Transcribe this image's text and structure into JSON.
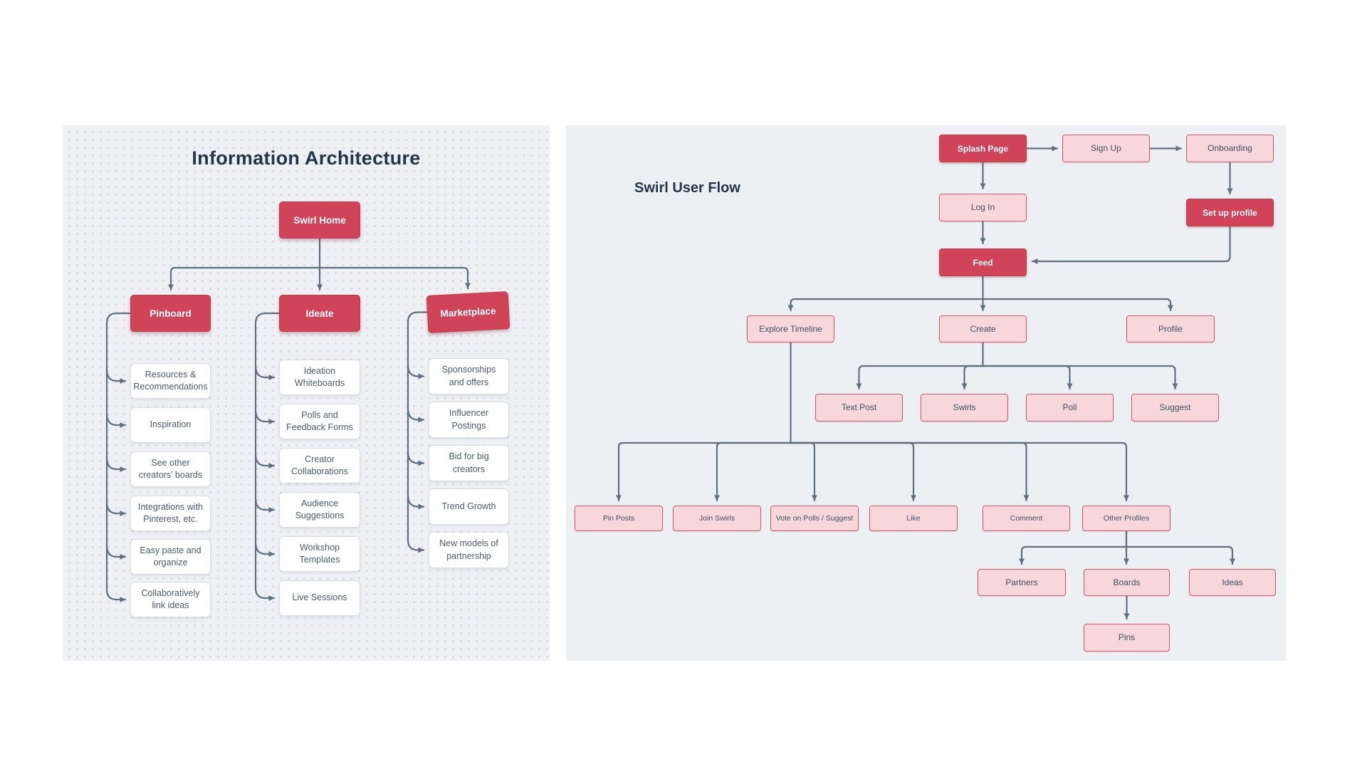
{
  "colors": {
    "solid_node_fill": "#d04358",
    "solid_node_text": "#ffffff",
    "outline_node_fill": "#f8d7dc",
    "outline_node_border": "#d05a6c",
    "connector": "#5e6f80",
    "title_text": "#223649",
    "ia_panel_bg": "#eef0f3",
    "flow_panel_bg": "#edf0f3"
  },
  "ia": {
    "title": "Information Architecture",
    "root": "Swirl Home",
    "branches": [
      {
        "label": "Pinboard",
        "children": [
          "Resources & Recommendations",
          "Inspiration",
          "See other creators’ boards",
          "Integrations with Pinterest, etc.",
          "Easy paste and organize",
          "Collaboratively link ideas"
        ]
      },
      {
        "label": "Ideate",
        "children": [
          "Ideation Whiteboards",
          "Polls and Feedback Forms",
          "Creator Collaborations",
          "Audience Suggestions",
          "Workshop Templates",
          "Live Sessions"
        ]
      },
      {
        "label": "Marketplace",
        "children": [
          "Sponsorships and offers",
          "Influencer Postings",
          "Bid for big creators",
          "Trend Growth",
          "New models of partnership"
        ]
      }
    ]
  },
  "flow": {
    "title": "Swirl User Flow",
    "nodes": [
      {
        "id": "splash-page",
        "label": "Splash Page",
        "variant": "solid"
      },
      {
        "id": "sign-up",
        "label": "Sign Up",
        "variant": "outline"
      },
      {
        "id": "onboarding",
        "label": "Onboarding",
        "variant": "outline"
      },
      {
        "id": "log-in",
        "label": "Log In",
        "variant": "outline"
      },
      {
        "id": "set-up-profile",
        "label": "Set up profile",
        "variant": "solid"
      },
      {
        "id": "feed",
        "label": "Feed",
        "variant": "solid"
      },
      {
        "id": "explore-timeline",
        "label": "Explore Timeline",
        "variant": "outline"
      },
      {
        "id": "create",
        "label": "Create",
        "variant": "outline"
      },
      {
        "id": "profile",
        "label": "Profile",
        "variant": "outline"
      },
      {
        "id": "text-post",
        "label": "Text Post",
        "variant": "outline"
      },
      {
        "id": "swirls",
        "label": "Swirls",
        "variant": "outline"
      },
      {
        "id": "poll",
        "label": "Poll",
        "variant": "outline"
      },
      {
        "id": "suggest",
        "label": "Suggest",
        "variant": "outline"
      },
      {
        "id": "pin-posts",
        "label": "Pin Posts",
        "variant": "outline"
      },
      {
        "id": "join-swirls",
        "label": "Join Swirls",
        "variant": "outline"
      },
      {
        "id": "vote-on-polls-suggest",
        "label": "Vote on Polls / Suggest",
        "variant": "outline"
      },
      {
        "id": "like",
        "label": "Like",
        "variant": "outline"
      },
      {
        "id": "comment",
        "label": "Comment",
        "variant": "outline"
      },
      {
        "id": "other-profiles",
        "label": "Other Profiles",
        "variant": "outline"
      },
      {
        "id": "partners",
        "label": "Partners",
        "variant": "outline"
      },
      {
        "id": "boards",
        "label": "Boards",
        "variant": "outline"
      },
      {
        "id": "ideas",
        "label": "Ideas",
        "variant": "outline"
      },
      {
        "id": "pins",
        "label": "Pins",
        "variant": "outline"
      }
    ],
    "edges": [
      {
        "from": "splash-page",
        "to": "sign-up"
      },
      {
        "from": "sign-up",
        "to": "onboarding"
      },
      {
        "from": "splash-page",
        "to": "log-in"
      },
      {
        "from": "onboarding",
        "to": "set-up-profile"
      },
      {
        "from": "log-in",
        "to": "feed"
      },
      {
        "from": "set-up-profile",
        "to": "feed"
      },
      {
        "from": "feed",
        "to": "explore-timeline"
      },
      {
        "from": "feed",
        "to": "create"
      },
      {
        "from": "feed",
        "to": "profile"
      },
      {
        "from": "create",
        "to": "text-post"
      },
      {
        "from": "create",
        "to": "swirls"
      },
      {
        "from": "create",
        "to": "poll"
      },
      {
        "from": "create",
        "to": "suggest"
      },
      {
        "from": "explore-timeline",
        "to": "pin-posts"
      },
      {
        "from": "explore-timeline",
        "to": "join-swirls"
      },
      {
        "from": "explore-timeline",
        "to": "vote-on-polls-suggest"
      },
      {
        "from": "explore-timeline",
        "to": "like"
      },
      {
        "from": "explore-timeline",
        "to": "comment"
      },
      {
        "from": "explore-timeline",
        "to": "other-profiles"
      },
      {
        "from": "other-profiles",
        "to": "partners"
      },
      {
        "from": "other-profiles",
        "to": "boards"
      },
      {
        "from": "other-profiles",
        "to": "ideas"
      },
      {
        "from": "boards",
        "to": "pins"
      }
    ]
  }
}
